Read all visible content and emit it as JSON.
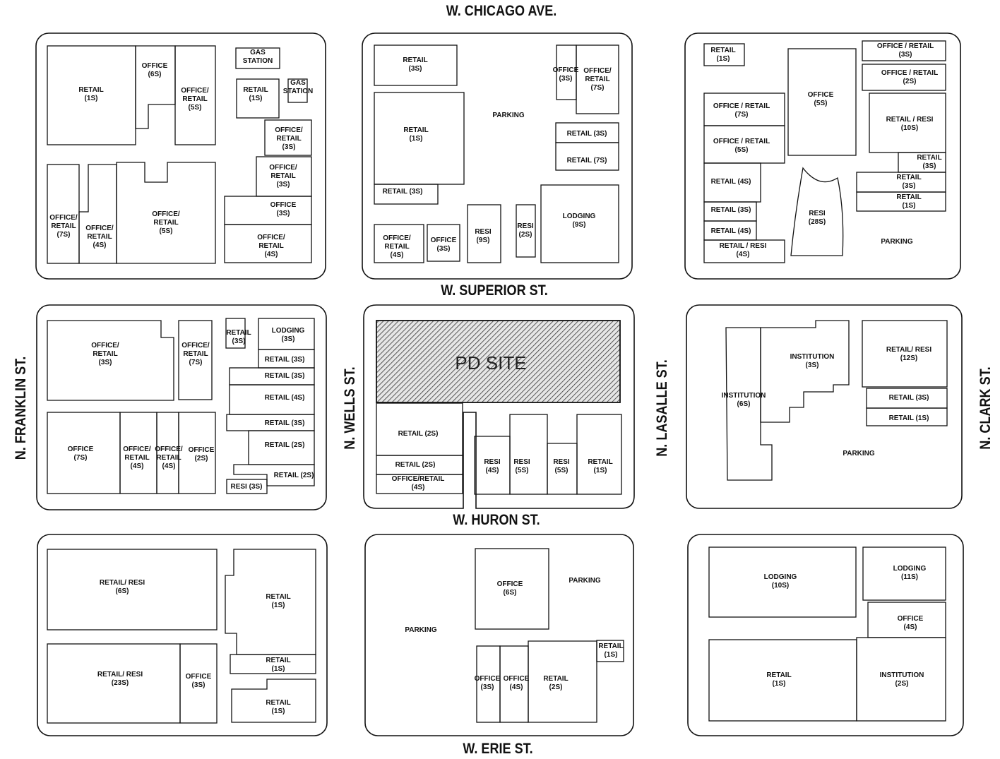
{
  "streets": {
    "chicago": "W. CHICAGO AVE.",
    "superior": "W. SUPERIOR ST.",
    "huron": "W. HURON ST.",
    "erie": "W. ERIE ST.",
    "franklin": "N. FRANKLIN ST.",
    "wells": "N. WELLS ST.",
    "lasalle": "N. LASALLE ST.",
    "clark": "N. CLARK ST."
  },
  "site_label": "PD SITE",
  "buildings": [
    [
      "RETAIL",
      "(1S)"
    ],
    [
      "OFFICE",
      "(6S)"
    ],
    [
      "OFFICE/",
      "RETAIL",
      "(5S)"
    ],
    [
      "GAS",
      "STATION"
    ],
    [
      "RETAIL",
      "(1S)"
    ],
    [
      "GAS",
      "STATION"
    ],
    [
      "OFFICE/",
      "RETAIL",
      "(3S)"
    ],
    [
      "OFFICE/",
      "RETAIL",
      "(3S)"
    ],
    [
      "OFFICE",
      "(3S)"
    ],
    [
      "OFFICE/",
      "RETAIL",
      "(4S)"
    ],
    [
      "OFFICE/",
      "RETAIL",
      "(7S)"
    ],
    [
      "OFFICE/",
      "RETAIL",
      "(4S)"
    ],
    [
      "OFFICE/",
      "RETAIL",
      "(5S)"
    ],
    [
      "RETAIL",
      "(3S)"
    ],
    [
      "RETAIL",
      "(1S)"
    ],
    [
      "RETAIL (3S)"
    ],
    [
      "PARKING"
    ],
    [
      "OFFICE",
      "(3S)"
    ],
    [
      "OFFICE/",
      "RETAIL",
      "(7S)"
    ],
    [
      "RETAIL (3S)"
    ],
    [
      "RETAIL (7S)"
    ],
    [
      "OFFICE/",
      "RETAIL",
      "(4S)"
    ],
    [
      "OFFICE",
      "(3S)"
    ],
    [
      "RESI",
      "(9S)"
    ],
    [
      "RESI",
      "(2S)"
    ],
    [
      "LODGING",
      "(9S)"
    ],
    [
      "RETAIL",
      "(1S)"
    ],
    [
      "OFFICE / RETAIL",
      "(3S)"
    ],
    [
      "OFFICE / RETAIL",
      "(2S)"
    ],
    [
      "OFFICE",
      "(5S)"
    ],
    [
      "OFFICE / RETAIL",
      "(7S)"
    ],
    [
      "OFFICE / RETAIL",
      "(5S)"
    ],
    [
      "RETAIL / RESI",
      "(10S)"
    ],
    [
      "RETAIL",
      "(3S)"
    ],
    [
      "RETAIL",
      "(3S)"
    ],
    [
      "RETAIL",
      "(1S)"
    ],
    [
      "RETAIL (4S)"
    ],
    [
      "RETAIL (3S)"
    ],
    [
      "RETAIL (4S)"
    ],
    [
      "RETAIL / RESI",
      "(4S)"
    ],
    [
      "RESI",
      "(28S)"
    ],
    [
      "PARKING"
    ],
    [
      "OFFICE/",
      "RETAIL",
      "(3S)"
    ],
    [
      "OFFICE/",
      "RETAIL",
      "(7S)"
    ],
    [
      "RETAIL",
      "(3S)"
    ],
    [
      "LODGING",
      "(3S)"
    ],
    [
      "RETAIL (3S)"
    ],
    [
      "RETAIL (3S)"
    ],
    [
      "RETAIL (4S)"
    ],
    [
      "RETAIL (3S)"
    ],
    [
      "RETAIL (2S)"
    ],
    [
      "RETAIL (2S)"
    ],
    [
      "RESI (3S)"
    ],
    [
      "OFFICE",
      "(7S)"
    ],
    [
      "OFFICE/",
      "RETAIL",
      "(4S)"
    ],
    [
      "OFFICE/",
      "RETAIL",
      "(4S)"
    ],
    [
      "OFFICE",
      "(2S)"
    ],
    [
      "RETAIL (2S)"
    ],
    [
      "RETAIL (2S)"
    ],
    [
      "OFFICE/RETAIL",
      "(4S)"
    ],
    [
      "RESI",
      "(4S)"
    ],
    [
      "RESI",
      "(5S)"
    ],
    [
      "RESI",
      "(5S)"
    ],
    [
      "RETAIL",
      "(1S)"
    ],
    [
      "INSTITUTION",
      "(6S)"
    ],
    [
      "INSTITUTION",
      "(3S)"
    ],
    [
      "RETAIL/ RESI",
      "(12S)"
    ],
    [
      "RETAIL (3S)"
    ],
    [
      "RETAIL (1S)"
    ],
    [
      "PARKING"
    ],
    [
      "RETAIL/ RESI",
      "(6S)"
    ],
    [
      "RETAIL",
      "(1S)"
    ],
    [
      "RETAIL/ RESI",
      "(23S)"
    ],
    [
      "OFFICE",
      "(3S)"
    ],
    [
      "RETAIL",
      "(1S)"
    ],
    [
      "RETAIL",
      "(1S)"
    ],
    [
      "OFFICE",
      "(6S)"
    ],
    [
      "PARKING"
    ],
    [
      "PARKING"
    ],
    [
      "RETAIL",
      "(1S)"
    ],
    [
      "OFFICE",
      "(3S)"
    ],
    [
      "OFFICE",
      "(4S)"
    ],
    [
      "RETAIL",
      "(2S)"
    ],
    [
      "LODGING",
      "(10S)"
    ],
    [
      "LODGING",
      "(11S)"
    ],
    [
      "OFFICE",
      "(4S)"
    ],
    [
      "RETAIL",
      "(1S)"
    ],
    [
      "INSTITUTION",
      "(2S)"
    ]
  ]
}
